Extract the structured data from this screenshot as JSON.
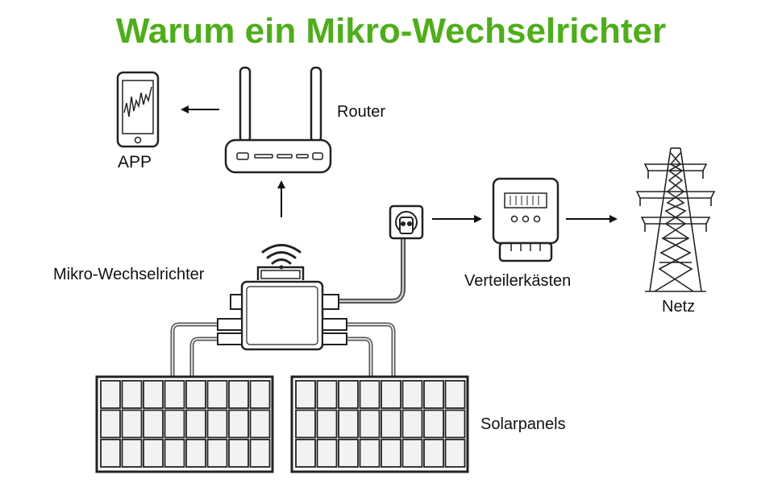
{
  "title": "Warum ein Mikro-Wechselrichter",
  "labels": {
    "app": "APP",
    "router": "Router",
    "inverter": "Mikro-Wechselrichter",
    "meter": "Verteilerkästen",
    "grid": "Netz",
    "solar": "Solarpanels"
  },
  "colors": {
    "title": "#4caf18",
    "line": "#222222",
    "panel_fill": "#f2f2f2",
    "cable": "#9a9a9a"
  },
  "icons": {
    "app": "smartphone-icon",
    "router": "router-icon",
    "wifi": "wifi-icon",
    "inverter": "micro-inverter-icon",
    "socket": "power-socket-icon",
    "meter": "electricity-meter-icon",
    "grid": "power-pylon-icon",
    "solar": "solar-panel-icon"
  }
}
